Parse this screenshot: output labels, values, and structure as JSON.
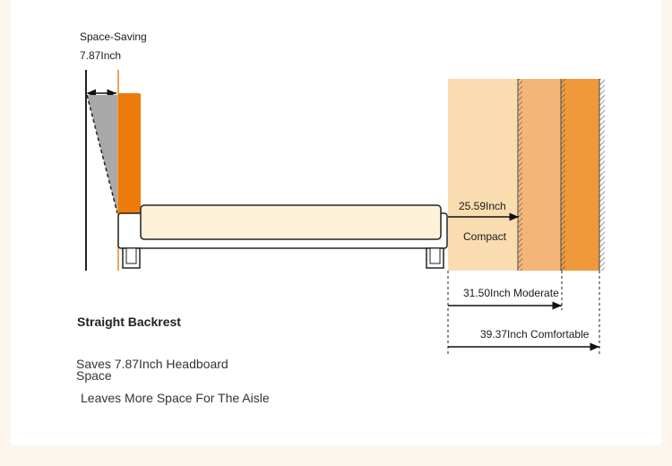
{
  "diagram": {
    "space_saving_label": "Space-Saving",
    "space_saving_value": "7.87Inch",
    "zones": [
      {
        "measure": "25.59Inch",
        "name": "Compact",
        "color": "#f9dcb0"
      },
      {
        "measure": "31.50Inch Moderate",
        "color": "#f4b678"
      },
      {
        "measure": "39.37Inch Comfortable",
        "color": "#ef993b"
      }
    ],
    "colors": {
      "headboard": "#ec7b0c",
      "gray_wedge": "#a9a9a9",
      "mattress": "#fdf2d8",
      "outline": "#222222",
      "orange_line": "#e08a2a"
    }
  },
  "text": {
    "heading": "Straight Backrest",
    "line1": "Saves 7.87Inch Headboard Space",
    "line2": "Leaves More Space For The Aisle"
  }
}
